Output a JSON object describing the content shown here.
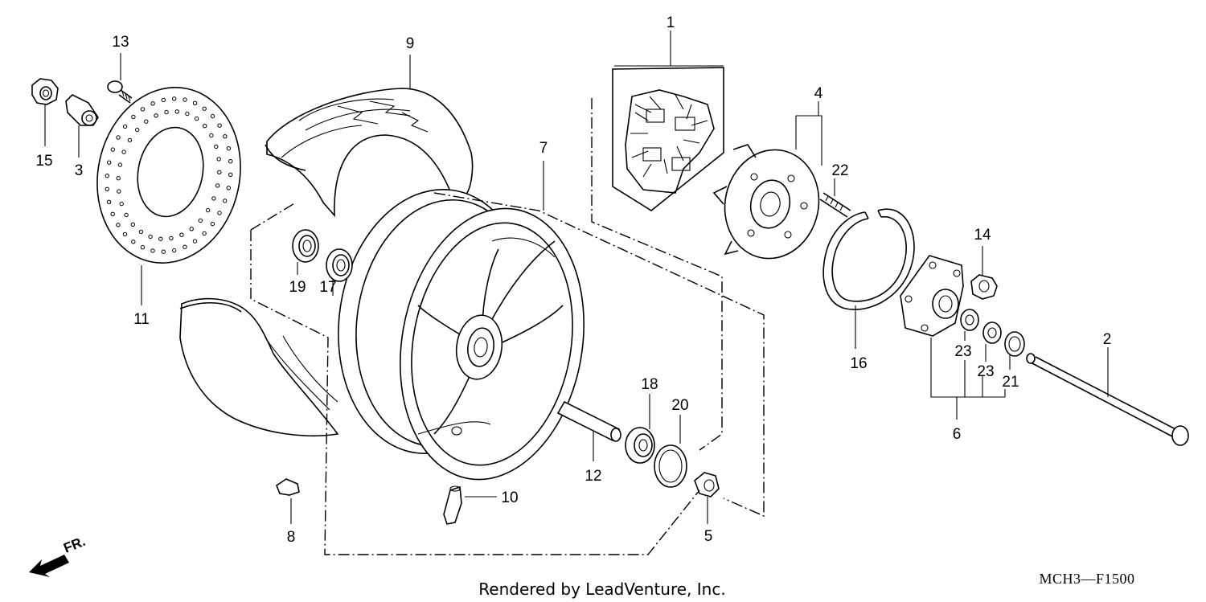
{
  "diagram": {
    "callouts": [
      {
        "id": "1",
        "label": "1"
      },
      {
        "id": "2",
        "label": "2"
      },
      {
        "id": "3",
        "label": "3"
      },
      {
        "id": "4",
        "label": "4"
      },
      {
        "id": "5",
        "label": "5"
      },
      {
        "id": "6",
        "label": "6"
      },
      {
        "id": "7",
        "label": "7"
      },
      {
        "id": "8",
        "label": "8"
      },
      {
        "id": "9",
        "label": "9"
      },
      {
        "id": "10",
        "label": "10"
      },
      {
        "id": "11",
        "label": "11"
      },
      {
        "id": "12",
        "label": "12"
      },
      {
        "id": "13",
        "label": "13"
      },
      {
        "id": "14",
        "label": "14"
      },
      {
        "id": "15",
        "label": "15"
      },
      {
        "id": "16",
        "label": "16"
      },
      {
        "id": "17",
        "label": "17"
      },
      {
        "id": "18",
        "label": "18"
      },
      {
        "id": "19",
        "label": "19"
      },
      {
        "id": "20",
        "label": "20"
      },
      {
        "id": "21",
        "label": "21"
      },
      {
        "id": "22",
        "label": "22"
      },
      {
        "id": "23a",
        "label": "23"
      },
      {
        "id": "23b",
        "label": "23"
      }
    ],
    "front_marker": "FR.",
    "diagram_code": "MCH3—F1500",
    "caption": "Rendered by LeadVenture, Inc."
  }
}
